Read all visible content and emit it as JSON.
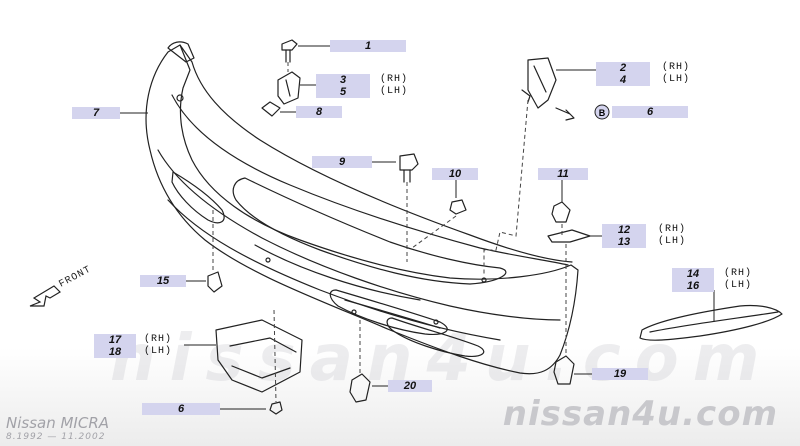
{
  "header": {
    "model": "Nissan MICRA",
    "years": "8.1992 — 11.2002"
  },
  "watermark": {
    "background": "nissan4u.com",
    "foreground": "nissan4u.com"
  },
  "orientation": {
    "front_label": "FRONT"
  },
  "colors": {
    "callout_bg": "#d4d4ee",
    "line": "#222222",
    "watermark": "#c8c8cc"
  },
  "callouts": [
    {
      "id": "c1",
      "text": "1"
    },
    {
      "id": "c2",
      "line1": "2",
      "line2": "4",
      "side1": "(RH)",
      "side2": "(LH)"
    },
    {
      "id": "c3",
      "line1": "3",
      "line2": "5",
      "side1": "(RH)",
      "side2": "(LH)"
    },
    {
      "id": "c6a",
      "text": "6",
      "circle": "B"
    },
    {
      "id": "c7",
      "text": "7"
    },
    {
      "id": "c8",
      "text": "8"
    },
    {
      "id": "c9",
      "text": "9"
    },
    {
      "id": "c10",
      "text": "10"
    },
    {
      "id": "c11",
      "text": "11"
    },
    {
      "id": "c12",
      "line1": "12",
      "line2": "13",
      "side1": "(RH)",
      "side2": "(LH)"
    },
    {
      "id": "c14",
      "line1": "14",
      "line2": "16",
      "side1": "(RH)",
      "side2": "(LH)"
    },
    {
      "id": "c15",
      "text": "15"
    },
    {
      "id": "c17",
      "line1": "17",
      "line2": "18",
      "side1": "(RH)",
      "side2": "(LH)"
    },
    {
      "id": "c6b",
      "text": "6"
    },
    {
      "id": "c19",
      "text": "19"
    },
    {
      "id": "c20",
      "text": "20"
    }
  ]
}
